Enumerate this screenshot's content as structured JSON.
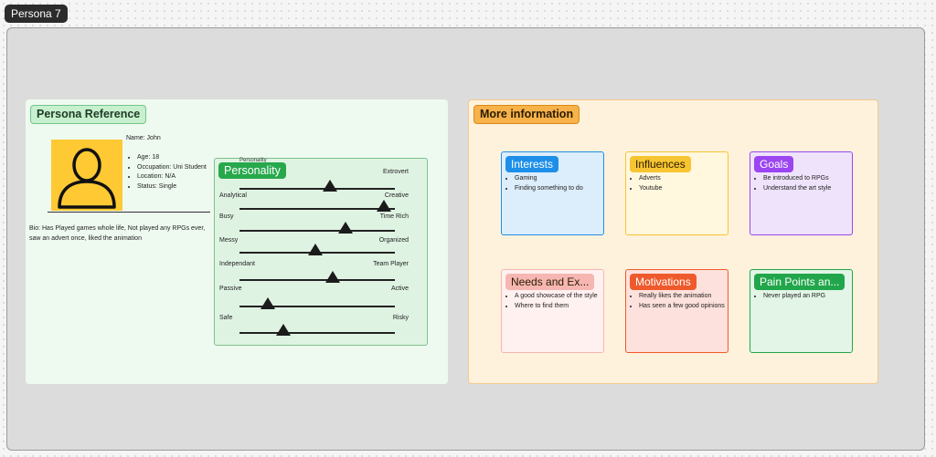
{
  "frame": {
    "tag": "Persona 7"
  },
  "persona_reference": {
    "label": "Persona Reference",
    "name": "Name: John",
    "details": [
      "Age: 18",
      "Occupation: Uni Student",
      "Location: N/A",
      "Status: Single"
    ],
    "bio": "Bio: Has Played games whole life, Not played any RPGs ever, saw an advert once, liked the animation",
    "avatar_icon": "user-icon",
    "avatar_color": "#ffc933"
  },
  "personality": {
    "label": "Personality",
    "ghost_label": "Personality",
    "sliders": [
      {
        "left": "",
        "right": "Extrovert",
        "value": 0.58
      },
      {
        "left": "Analytical",
        "right": "Creative",
        "value": 0.93
      },
      {
        "left": "Busy",
        "right": "Time Rich",
        "value": 0.68
      },
      {
        "left": "Messy",
        "right": "Organized",
        "value": 0.49
      },
      {
        "left": "Independant",
        "right": "Team Player",
        "value": 0.6
      },
      {
        "left": "Passive",
        "right": "Active",
        "value": 0.18
      },
      {
        "left": "Safe",
        "right": "Risky",
        "value": 0.28
      }
    ]
  },
  "more_information": {
    "label": "More information",
    "cards": [
      {
        "title": "Interests",
        "items": [
          "Gaming",
          "Finding something to do"
        ],
        "color": "#1e8fe8",
        "bg": "#dcedfb"
      },
      {
        "title": "Influences",
        "items": [
          "Adverts",
          "Youtube"
        ],
        "color": "#f7c531",
        "bg": "#fff7de"
      },
      {
        "title": "Goals",
        "items": [
          "Be introduced to RPGs",
          "Understand the art style"
        ],
        "color": "#9b46f0",
        "bg": "#efe3fb"
      },
      {
        "title": "Needs and Ex...",
        "items": [
          "A good showcase of the style",
          "Where to find them"
        ],
        "color": "#f6b6b1",
        "bg": "#fff1ef"
      },
      {
        "title": "Motivations",
        "items": [
          "Really likes the animation",
          "Has seen a few good opinions"
        ],
        "color": "#ef5a2c",
        "bg": "#fde1dc"
      },
      {
        "title": "Pain Points an...",
        "items": [
          "Never played an RPG"
        ],
        "color": "#22a64b",
        "bg": "#e2f5e6"
      }
    ]
  }
}
